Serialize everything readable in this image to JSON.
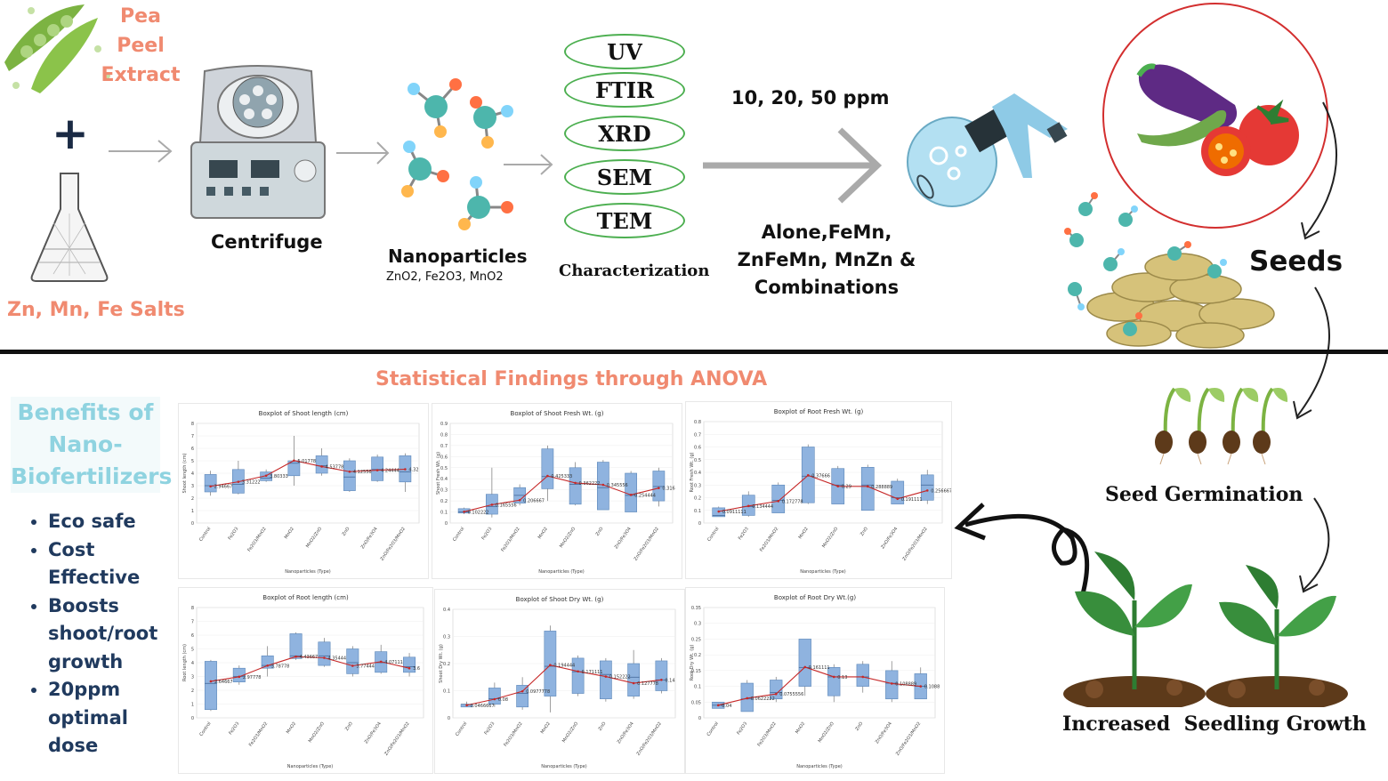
{
  "top": {
    "pea_label": [
      "Pea",
      "Peel",
      "Extract"
    ],
    "plus": "+",
    "salts_label": "Zn, Mn, Fe Salts",
    "centrifuge_label": "Centrifuge",
    "nanoparticles_label": "Nanoparticles",
    "nanoparticles_sub": "ZnO2, Fe2O3, MnO2",
    "characterization_methods": [
      "UV",
      "FTIR",
      "XRD",
      "SEM",
      "TEM"
    ],
    "characterization_label": "Characterization",
    "dose_label": "10, 20, 50 ppm",
    "treatment_label": [
      "Alone,FeMn,",
      "ZnFeMn, MnZn &",
      "Combinations"
    ],
    "seeds_label": "Seeds",
    "germination_label": "Seed Germination",
    "growth_label": "Increased  Seedling Growth"
  },
  "bottom": {
    "anova_title": "Statistical Findings through ANOVA",
    "benefits_title": [
      "Benefits of",
      "Nano-",
      "Biofertilizers"
    ],
    "benefits": [
      [
        "Eco safe"
      ],
      [
        "Cost",
        "Effective"
      ],
      [
        "Boosts",
        "shoot/root",
        "growth"
      ],
      [
        "20ppm",
        "optimal",
        "dose"
      ]
    ]
  },
  "colors": {
    "accent_salmon": "#f08a70",
    "benefit_blue": "#8fd3e0",
    "benefit_text": "#203a5e",
    "box_fill": "#8fb3df",
    "mean_line": "#c62828",
    "oval_green": "#4caf50"
  },
  "chart_data": [
    {
      "type": "boxplot",
      "title": "Boxplot of Shoot length (cm)",
      "xlabel": "Nanoparticles (Type)",
      "ylabel": "Shoot length (cm)",
      "categories": [
        "Control",
        "Fe2O3",
        "Fe2O3/MnO2",
        "MnO2",
        "MnO2/ZnO",
        "ZnO",
        "ZnO/Fe3O4",
        "ZnO/Fe2O3/MnO2"
      ],
      "ylim": [
        0,
        8
      ],
      "yticks": [
        0,
        1,
        2,
        3,
        4,
        5,
        6,
        7,
        8
      ],
      "boxes": [
        [
          2.2,
          2.5,
          3.0,
          3.9,
          4.2
        ],
        [
          2.3,
          2.4,
          3.1,
          4.3,
          5.0
        ],
        [
          3.3,
          3.4,
          3.6,
          4.1,
          4.3
        ],
        [
          3.0,
          3.8,
          4.8,
          5.0,
          7.0
        ],
        [
          3.8,
          4.0,
          4.6,
          5.4,
          6.0
        ],
        [
          2.5,
          2.6,
          3.7,
          5.0,
          5.2
        ],
        [
          3.3,
          3.4,
          4.3,
          5.3,
          5.5
        ],
        [
          2.5,
          3.3,
          4.1,
          5.4,
          5.6
        ]
      ],
      "means": [
        2.94667,
        3.31222,
        3.80333,
        5.01778,
        4.53778,
        4.12556,
        4.24444,
        4.32
      ],
      "mean_labels": [
        "2.94667",
        "3.31222",
        "3.80333",
        "5.01778",
        "4.53778",
        "4.12556",
        "4.24444",
        "4.32"
      ]
    },
    {
      "type": "boxplot",
      "title": "Boxplot of Shoot Fresh Wt. (g)",
      "xlabel": "Nanoparticles (Type)",
      "ylabel": "Shoot Fresh Wt. (g)",
      "categories": [
        "Control",
        "Fe2O3",
        "Fe2O3/MnO2",
        "MnO2",
        "MnO2/ZnO",
        "ZnO",
        "ZnO/Fe3O4",
        "ZnO/Fe2O3/MnO2"
      ],
      "ylim": [
        0,
        0.9
      ],
      "yticks": [
        0,
        0.1,
        0.2,
        0.3,
        0.4,
        0.5,
        0.6,
        0.7,
        0.8,
        0.9
      ],
      "boxes": [
        [
          0.08,
          0.09,
          0.1,
          0.13,
          0.14
        ],
        [
          0.05,
          0.08,
          0.15,
          0.26,
          0.5
        ],
        [
          0.16,
          0.18,
          0.25,
          0.32,
          0.35
        ],
        [
          0.2,
          0.31,
          0.42,
          0.67,
          0.7
        ],
        [
          0.16,
          0.17,
          0.35,
          0.5,
          0.55
        ],
        [
          0.12,
          0.12,
          0.32,
          0.55,
          0.57
        ],
        [
          0.1,
          0.1,
          0.25,
          0.45,
          0.47
        ],
        [
          0.15,
          0.2,
          0.33,
          0.47,
          0.5
        ]
      ],
      "means": [
        0.10222,
        0.16555,
        0.2066,
        0.42553,
        0.36222,
        0.34555,
        0.25444,
        0.316
      ],
      "mean_labels": [
        "0.102222",
        "0.165556",
        "0.206667",
        "0.425333",
        "0.362222",
        "0.345556",
        "0.254444",
        "0.316"
      ]
    },
    {
      "type": "boxplot",
      "title": "Boxplot of Root Fresh Wt. (g)",
      "xlabel": "Nanoparticles (Type)",
      "ylabel": "Root Fresh Wt. (g)",
      "categories": [
        "Control",
        "Fe2O3",
        "Fe2O3/MnO2",
        "MnO2",
        "MnO2/ZnO",
        "ZnO",
        "ZnO/Fe3O4",
        "ZnO/Fe2O3/MnO2"
      ],
      "ylim": [
        0,
        0.8
      ],
      "yticks": [
        0,
        0.1,
        0.2,
        0.3,
        0.4,
        0.5,
        0.6,
        0.7,
        0.8
      ],
      "boxes": [
        [
          0.05,
          0.05,
          0.06,
          0.12,
          0.13
        ],
        [
          0.05,
          0.06,
          0.13,
          0.22,
          0.25
        ],
        [
          0.08,
          0.08,
          0.18,
          0.3,
          0.32
        ],
        [
          0.15,
          0.16,
          0.37,
          0.6,
          0.62
        ],
        [
          0.15,
          0.15,
          0.3,
          0.43,
          0.45
        ],
        [
          0.1,
          0.1,
          0.3,
          0.44,
          0.46
        ],
        [
          0.15,
          0.15,
          0.2,
          0.33,
          0.35
        ],
        [
          0.15,
          0.18,
          0.3,
          0.38,
          0.42
        ]
      ],
      "means": [
        0.091111,
        0.13444,
        0.172778,
        0.37666,
        0.29,
        0.288889,
        0.191111,
        0.256667
      ],
      "mean_labels": [
        "0.0911111",
        "0.134444",
        "0.172778",
        "0.37666",
        "0.29",
        "0.288889",
        "0.191111",
        "0.256667"
      ]
    },
    {
      "type": "boxplot",
      "title": "Boxplot of Root length (cm)",
      "xlabel": "Nanoparticles (Type)",
      "ylabel": "Root length (cm)",
      "categories": [
        "Control",
        "Fe2O3",
        "Fe2O3/MnO2",
        "MnO2",
        "MnO2/ZnO",
        "ZnO",
        "ZnO/Fe3O4",
        "ZnO/Fe2O3/MnO2"
      ],
      "ylim": [
        0,
        8
      ],
      "yticks": [
        0,
        1,
        2,
        3,
        4,
        5,
        6,
        7,
        8
      ],
      "boxes": [
        [
          0.5,
          0.6,
          2.5,
          4.1,
          4.2
        ],
        [
          2.4,
          2.6,
          3.0,
          3.6,
          3.8
        ],
        [
          3.0,
          3.6,
          3.8,
          4.5,
          5.2
        ],
        [
          4.2,
          4.3,
          4.5,
          6.1,
          6.2
        ],
        [
          3.7,
          3.8,
          4.5,
          5.5,
          5.8
        ],
        [
          3.0,
          3.2,
          4.0,
          5.0,
          5.2
        ],
        [
          3.2,
          3.3,
          4.0,
          4.8,
          5.3
        ],
        [
          3.0,
          3.3,
          3.7,
          4.4,
          4.7
        ]
      ],
      "means": [
        2.64667,
        2.97778,
        3.78778,
        4.43667,
        4.35444,
        3.77444,
        4.07111,
        3.6
      ],
      "mean_labels": [
        "2.64667",
        "2.97778",
        "3.78778",
        "4.43667",
        "4.35444",
        "3.77444",
        "4.07111",
        "3.6"
      ]
    },
    {
      "type": "boxplot",
      "title": "Boxplot of Shoot Dry Wt. (g)",
      "xlabel": "Nanoparticles (Type)",
      "ylabel": "Shoot Dry Wt. (g)",
      "categories": [
        "Control",
        "Fe2O3",
        "Fe2O3/MnO2",
        "MnO2",
        "MnO2/ZnO",
        "ZnO",
        "ZnO/Fe3O4",
        "ZnO/Fe2O3/MnO2"
      ],
      "ylim": [
        0,
        0.4
      ],
      "yticks": [
        0,
        0.1,
        0.2,
        0.3,
        0.4
      ],
      "boxes": [
        [
          0.04,
          0.04,
          0.05,
          0.05,
          0.06
        ],
        [
          0.04,
          0.05,
          0.07,
          0.11,
          0.13
        ],
        [
          0.03,
          0.04,
          0.09,
          0.12,
          0.15
        ],
        [
          0.02,
          0.08,
          0.19,
          0.32,
          0.34
        ],
        [
          0.08,
          0.09,
          0.17,
          0.22,
          0.23
        ],
        [
          0.06,
          0.07,
          0.16,
          0.21,
          0.22
        ],
        [
          0.07,
          0.08,
          0.15,
          0.2,
          0.25
        ],
        [
          0.09,
          0.1,
          0.14,
          0.21,
          0.22
        ]
      ],
      "means": [
        0.0466667,
        0.0688889,
        0.0977778,
        0.194444,
        0.171111,
        0.152222,
        0.127778,
        0.14
      ],
      "mean_labels": [
        "0.0466667",
        "0.08",
        "0.0977778",
        "0.194444",
        "0.171111",
        "0.152222",
        "0.127778",
        "0.14"
      ]
    },
    {
      "type": "boxplot",
      "title": "Boxplot of Root Dry Wt.(g)",
      "xlabel": "Nanoparticles (Type)",
      "ylabel": "Root Dry Wt. (g)",
      "categories": [
        "Control",
        "Fe2O3",
        "Fe2O3/MnO2",
        "MnO2",
        "MnO2/ZnO",
        "ZnO",
        "ZnO/Fe3O4",
        "ZnO/Fe2O3/MnO2"
      ],
      "ylim": [
        0,
        0.35
      ],
      "yticks": [
        0,
        0.05,
        0.1,
        0.15,
        0.2,
        0.25,
        0.3,
        0.35
      ],
      "boxes": [
        [
          0.03,
          0.03,
          0.04,
          0.05,
          0.05
        ],
        [
          0.02,
          0.02,
          0.06,
          0.11,
          0.12
        ],
        [
          0.05,
          0.06,
          0.08,
          0.12,
          0.13
        ],
        [
          0.07,
          0.1,
          0.16,
          0.25,
          0.25
        ],
        [
          0.05,
          0.07,
          0.13,
          0.16,
          0.17
        ],
        [
          0.08,
          0.1,
          0.13,
          0.17,
          0.18
        ],
        [
          0.05,
          0.06,
          0.11,
          0.15,
          0.18
        ],
        [
          0.06,
          0.06,
          0.1,
          0.14,
          0.16
        ]
      ],
      "means": [
        0.04,
        0.0622222,
        0.0755556,
        0.161111,
        0.13,
        0.13,
        0.108889,
        0.1
      ],
      "mean_labels": [
        "0.04",
        "0.0622222",
        "0.0755556",
        "0.161111",
        "0.13",
        "",
        "0.108889",
        "0.1088"
      ]
    }
  ]
}
